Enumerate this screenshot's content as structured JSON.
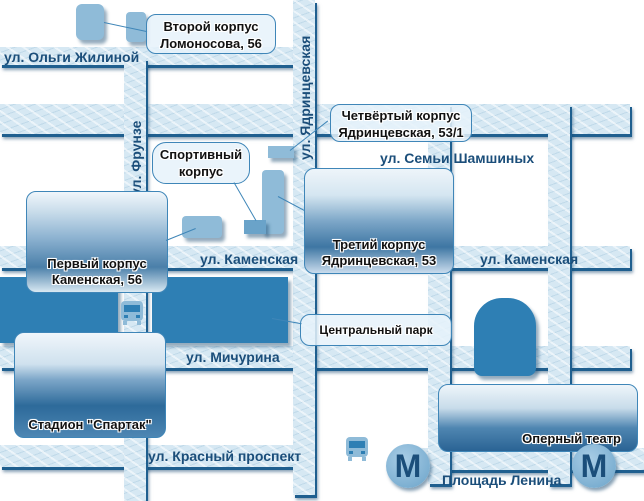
{
  "streets": {
    "olgi_zhilinoy": "ул. Ольги Жилиной",
    "frunze": "ул. Фрунзе",
    "yadrintsevskaya": "ул. Ядринцевская",
    "semi_shamshinykh": "ул. Семьи Шамшиных",
    "kamenskaya_left": "ул. Каменская",
    "kamenskaya_right": "ул. Каменская",
    "michurina": "ул. Мичурина",
    "krasny_prospekt": "ул. Красный проспект",
    "ploshchad_lenina": "Площадь Ленина"
  },
  "places": {
    "second_building": {
      "name": "Второй корпус",
      "address": "Ломоносова, 56"
    },
    "fourth_building": {
      "name": "Четвёртый корпус",
      "address": "Ядринцевская, 53/1"
    },
    "sports_building": {
      "name": "Спортивный",
      "name2": "корпус"
    },
    "first_building": {
      "name": "Первый корпус",
      "address": "Каменская, 56"
    },
    "third_building": {
      "name": "Третий корпус",
      "address": "Ядринцевская, 53"
    },
    "central_park": {
      "name": "Центральный парк"
    },
    "stadium": {
      "name": "Стадион \"Спартак\""
    },
    "opera": {
      "name": "Оперный театр"
    }
  },
  "metro": {
    "letter": "M"
  },
  "colors": {
    "road": "#d6e8f3",
    "road_shadow": "#1f5f8f",
    "label": "#1b4e7a",
    "building": "#8fbbd8",
    "park": "#2e7fb4"
  }
}
